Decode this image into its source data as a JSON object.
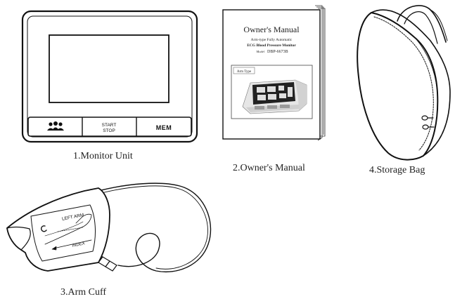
{
  "items": [
    {
      "caption": "1.Monitor Unit"
    },
    {
      "caption": "2.Owner's Manual"
    },
    {
      "caption": "3.Arm Cuff"
    },
    {
      "caption": "4.Storage Bag"
    }
  ],
  "monitor": {
    "start_label": "START",
    "stop_label": "STOP",
    "mem_label": "MEM",
    "users_icon": "users-icon"
  },
  "manual": {
    "title": "Owner's Manual",
    "line1": "Arm-type Fully Automatic",
    "line2": "ECG  Blood Pressure Monitor",
    "model_label": "Model",
    "model_value": "DBP-6673B",
    "tag": "Arm Type"
  },
  "cuff": {
    "left_arm": "LEFT ARM",
    "index": "INDEX"
  }
}
